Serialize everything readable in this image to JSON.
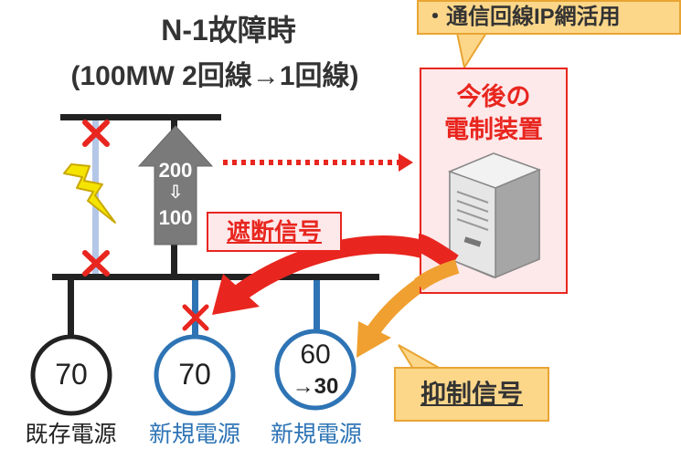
{
  "title": {
    "line1": "N-1故障時",
    "line2": "(100MW  2回線→1回線)"
  },
  "network_note": "・通信回線IP網活用",
  "controller": {
    "line1": "今後の",
    "line2": "電制装置"
  },
  "signals": {
    "cut": "遮断信号",
    "suppress": "抑制信号"
  },
  "flow": {
    "before": "200",
    "arrow": "⇩",
    "after": "100"
  },
  "sources": [
    {
      "value": "70",
      "label": "既存電源",
      "ring_color": "#222222",
      "label_color": "#222222"
    },
    {
      "value": "70",
      "label": "新規電源",
      "ring_color": "#2e74b5",
      "label_color": "#2e74b5"
    },
    {
      "value": "60",
      "reduced": "→30",
      "label": "新規電源",
      "ring_color": "#2e74b5",
      "label_color": "#2e74b5"
    }
  ],
  "colors": {
    "fault_red": "#e8261f",
    "line_blue": "#2e74b5",
    "faulted_line": "#b4c7e7",
    "bus": "#222222",
    "flow_arrow": "#7a7a7a",
    "orange_arrow": "#f0a030",
    "lightning": "#f5e400"
  }
}
